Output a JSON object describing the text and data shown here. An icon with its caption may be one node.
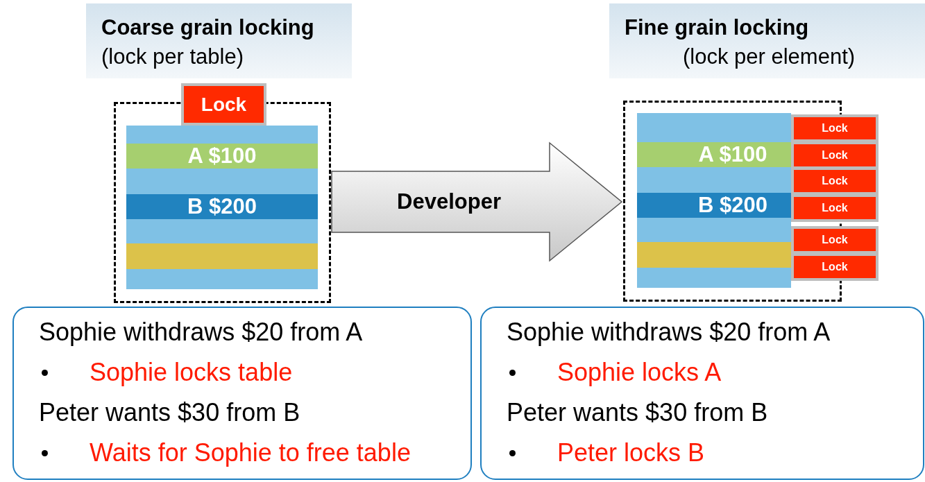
{
  "diagram": {
    "nodes": [
      {
        "text": [
          "Coarse grain locking",
          "(lock per table)"
        ]
      },
      {
        "text": [
          "Fine grain locking",
          "(lock per element)"
        ]
      },
      {
        "text": [],
        "shape": "box"
      },
      {
        "text": [
          "Lock"
        ]
      },
      {
        "text": [],
        "shape": "bar",
        "in": 2
      },
      {
        "text": [
          "A $100"
        ],
        "in": 2
      },
      {
        "text": [],
        "shape": "bar",
        "in": 2
      },
      {
        "text": [
          "B $200"
        ],
        "in": 2
      },
      {
        "text": [],
        "shape": "bar",
        "in": 2
      },
      {
        "text": [],
        "shape": "bar",
        "in": 2
      },
      {
        "text": [],
        "shape": "bar",
        "in": 2
      },
      {
        "text": [],
        "shape": "box"
      },
      {
        "text": [],
        "shape": "bar",
        "in": 11
      },
      {
        "text": [
          "A $100"
        ],
        "in": 11
      },
      {
        "text": [],
        "shape": "bar",
        "in": 11
      },
      {
        "text": [
          "B $200"
        ],
        "in": 11
      },
      {
        "text": [],
        "shape": "bar",
        "in": 11
      },
      {
        "text": [],
        "shape": "bar",
        "in": 11
      },
      {
        "text": [],
        "shape": "bar",
        "in": 11
      },
      {
        "text": [
          "Lock"
        ]
      },
      {
        "text": [
          "Lock"
        ]
      },
      {
        "text": [
          "Lock"
        ]
      },
      {
        "text": [
          "Lock"
        ]
      },
      {
        "text": [
          "Lock"
        ]
      },
      {
        "text": [
          "Lock"
        ]
      },
      {
        "text": [
          "Sophie withdraws $20 from A",
          "Sophie locks table",
          "Peter wants $30 from B",
          "Waits for Sophie to free table"
        ]
      },
      {
        "text": [
          "Sophie withdraws $20 from A",
          "Sophie locks A",
          "Peter wants $30 from B",
          "Peter locks B"
        ]
      }
    ],
    "edges": [
      {
        "from": 2,
        "to": 11,
        "arrow": "to",
        "label": "Developer"
      }
    ]
  }
}
